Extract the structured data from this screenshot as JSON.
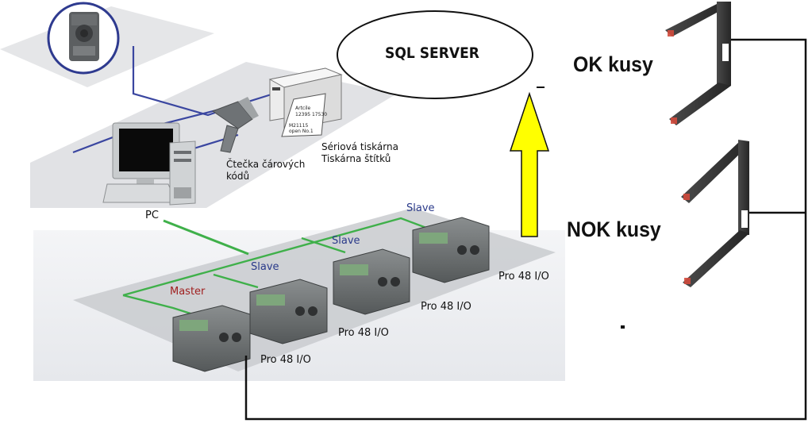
{
  "labels": {
    "sql_server": "SQL SERVER",
    "ok_parts": "OK kusy",
    "nok_parts": "NOK kusy",
    "pc": "PC",
    "barcode_reader_line1": "Čtečka čárových",
    "barcode_reader_line2": "kódů",
    "printer_line1": "Sériová tiskárna",
    "printer_line2": "Tiskárna štítků",
    "master": "Master",
    "slave": "Slave",
    "plc_model": "Pro 48 I/O"
  },
  "printer_label_text": [
    "Artcile",
    "12395 17530",
    "M21115",
    "open No.1"
  ],
  "colors": {
    "network_green": "#3fb04a",
    "usb_blue": "#3a46a0",
    "arrow_yellow": "#ffff00",
    "sensor_body": "#3a3a3a",
    "sensor_beam": "#d24a3c",
    "wire_black": "#111111"
  }
}
